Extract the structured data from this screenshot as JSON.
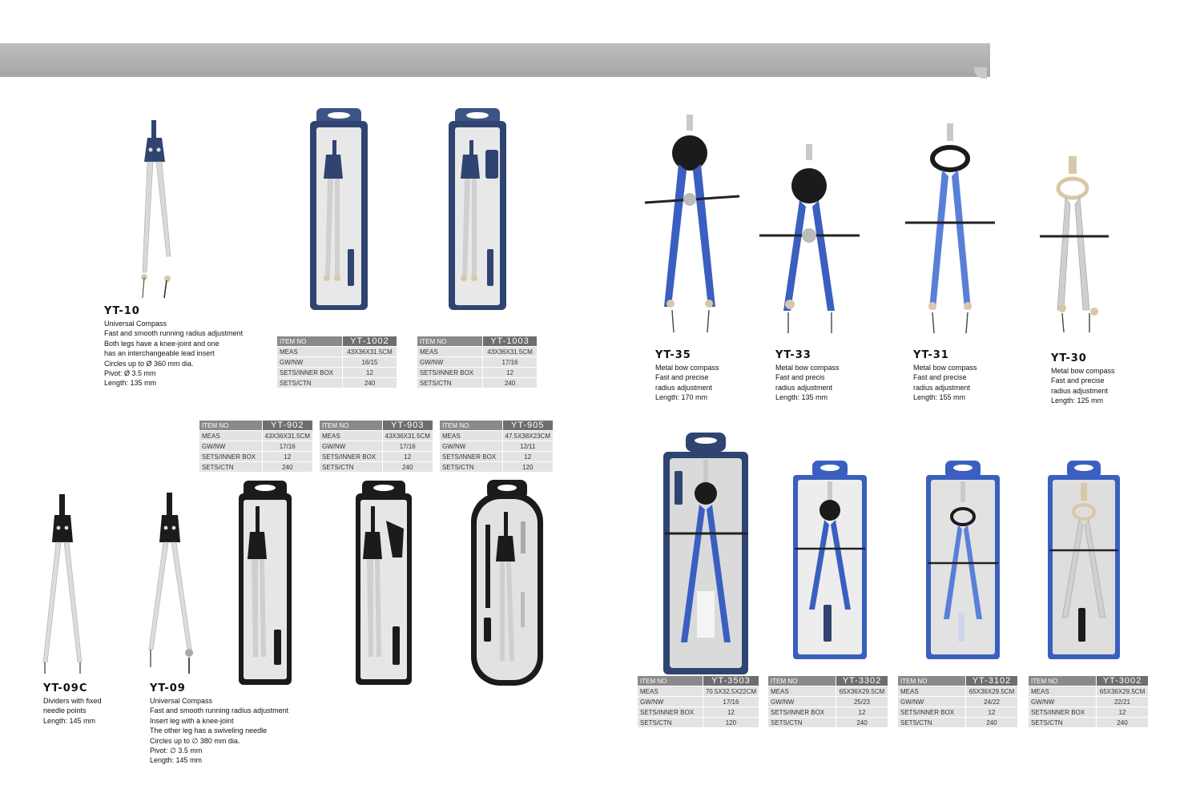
{
  "spec_labels": [
    "ITEM NO",
    "MEAS",
    "GW/NW",
    "SETS/INNER BOX",
    "SETS/CTN"
  ],
  "products": {
    "yt10": {
      "model": "YT-10",
      "desc": "Universal Compass\nFast and smooth running radius adjustment\nBoth legs have a knee-joint and  one\nhas an interchangeable lead insert\nCircles up to Ø 360 mm dia.\nPivot: Ø 3.5 mm\nLength: 135 mm"
    },
    "yt09c": {
      "model": "YT-09C",
      "desc": "Dividers with fixed\nneedle points\nLength: 145 mm"
    },
    "yt09": {
      "model": "YT-09",
      "desc": "Universal Compass\nFast and smooth running radius adjustment\nInsert leg with a knee-joint\nThe other leg has a swiveling needle\nCircles up to ∅ 380 mm dia.\nPivot: ∅ 3.5 mm\nLength: 145 mm"
    },
    "yt35": {
      "model": "YT-35",
      "desc": "Metal bow compass\nFast and precise\nradius adjustment\nLength: 170 mm"
    },
    "yt33": {
      "model": "YT-33",
      "desc": "Metal bow compass\nFast and precis\n radius adjustment\nLength: 135 mm"
    },
    "yt31": {
      "model": "YT-31",
      "desc": "Metal bow compass\nFast and precise\nradius adjustment\nLength: 155 mm"
    },
    "yt30": {
      "model": "YT-30",
      "desc": "Metal bow compass\nFast and precise\nradius adjustment\nLength: 125 mm"
    }
  },
  "specs": {
    "yt1002": {
      "item": "YT-1002",
      "meas": "43X36X31.5CM",
      "gw": "16/15",
      "inner": "12",
      "ctn": "240"
    },
    "yt1003": {
      "item": "YT-1003",
      "meas": "43X36X31.5CM",
      "gw": "17/16",
      "inner": "12",
      "ctn": "240"
    },
    "yt902": {
      "item": "YT-902",
      "meas": "43X36X31.5CM",
      "gw": "17/16",
      "inner": "12",
      "ctn": "240"
    },
    "yt903": {
      "item": "YT-903",
      "meas": "43X36X31.5CM",
      "gw": "17/16",
      "inner": "12",
      "ctn": "240"
    },
    "yt905": {
      "item": "YT-905",
      "meas": "47.5X38X23CM",
      "gw": "12/11",
      "inner": "12",
      "ctn": "120"
    },
    "yt3503": {
      "item": "YT-3503",
      "meas": "70.5X32.5X22CM",
      "gw": "17/16",
      "inner": "12",
      "ctn": "120"
    },
    "yt3302": {
      "item": "YT-3302",
      "meas": "65X36X29.5CM",
      "gw": "25/23",
      "inner": "12",
      "ctn": "240"
    },
    "yt3102": {
      "item": "YT-3102",
      "meas": "65X36X29.5CM",
      "gw": "24/22",
      "inner": "12",
      "ctn": "240"
    },
    "yt3002": {
      "item": "YT-3002",
      "meas": "65X36X29.5CM",
      "gw": "22/21",
      "inner": "12",
      "ctn": "240"
    }
  },
  "colors": {
    "navy": "#2f4470",
    "royal": "#3a5fc0",
    "silver": "#d6d6d6",
    "dark": "#1b1b1b",
    "tray": "#e6e6e6",
    "banner": "#aaaaaa"
  }
}
